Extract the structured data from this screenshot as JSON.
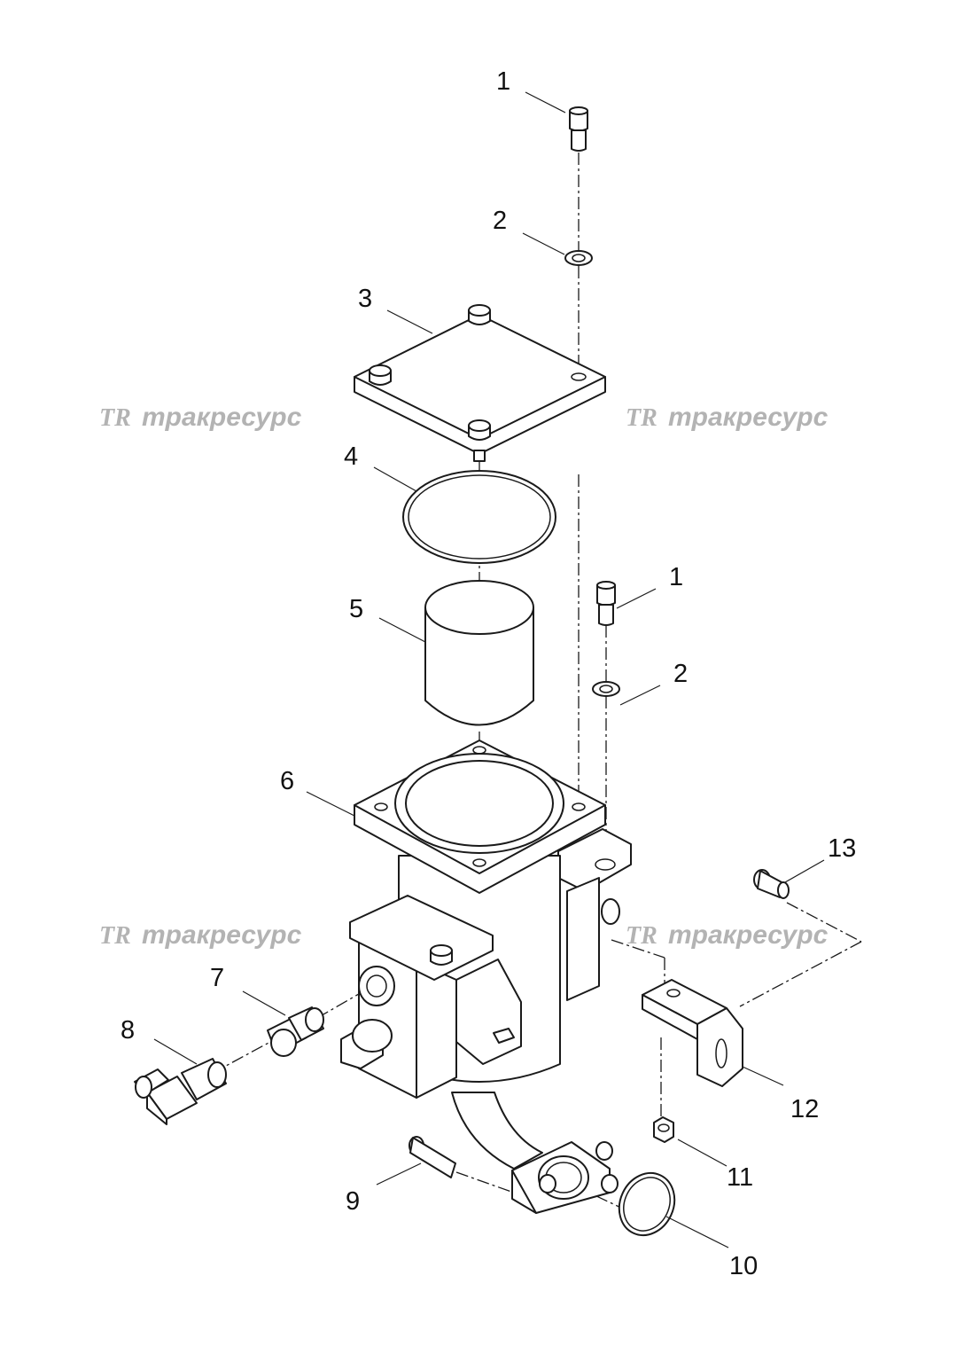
{
  "diagram": {
    "callouts": [
      "1",
      "2",
      "3",
      "4",
      "5",
      "6",
      "1",
      "2",
      "7",
      "8",
      "9",
      "10",
      "11",
      "12",
      "13"
    ],
    "watermark": {
      "logo": "TR",
      "text": "тракресурс"
    }
  }
}
